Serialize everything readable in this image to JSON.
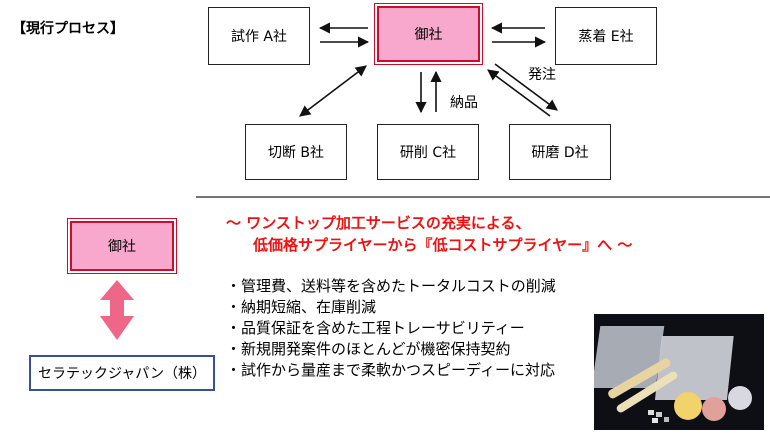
{
  "heading": "【現行プロセス】",
  "nodes": {
    "trial": "試作 A社",
    "main": "御社",
    "deposition": "蒸着 E社",
    "cutting": "切断 B社",
    "grinding": "研削 C社",
    "polishing": "研磨 D社"
  },
  "labels": {
    "order": "発注",
    "delivery": "納品"
  },
  "bottom": {
    "main_label": "御社",
    "ceratec_label": "セラテックジャパン（株）",
    "tagline": [
      "～ ワンストップ加工サービスの充実による、",
      "低価格サプライヤーから『低コストサプライヤー』へ ～"
    ],
    "bullets": [
      "・管理費、送料等を含めたトータルコストの削減",
      "・納期短縮、在庫削減",
      "・品質保証を含めた工程トレーサビリティー",
      "・新規開発案件のほとんどが機密保持契約",
      "・試作から量産まで柔軟かつスピーディーに対応"
    ]
  },
  "colors": {
    "main_fill": "#f7a8cc",
    "main_border": "#c8102e",
    "tagline": "#ee1111",
    "ceratec_border": "#3a4ea0",
    "double_arrow": "#ee6688"
  }
}
